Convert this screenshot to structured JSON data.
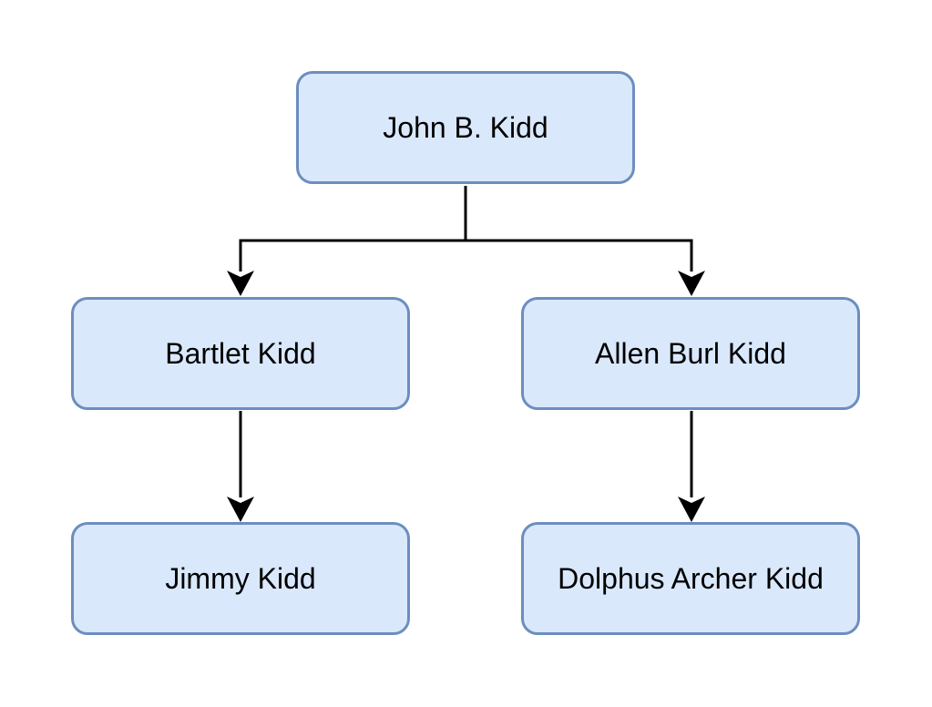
{
  "diagram": {
    "nodes": [
      {
        "id": "john",
        "label": "John B. Kidd"
      },
      {
        "id": "bartlet",
        "label": "Bartlet Kidd"
      },
      {
        "id": "allen",
        "label": "Allen Burl Kidd"
      },
      {
        "id": "jimmy",
        "label": "Jimmy Kidd"
      },
      {
        "id": "dolphus",
        "label": "Dolphus Archer Kidd"
      }
    ],
    "edges": [
      {
        "from": "john",
        "to": "bartlet"
      },
      {
        "from": "john",
        "to": "allen"
      },
      {
        "from": "bartlet",
        "to": "jimmy"
      },
      {
        "from": "allen",
        "to": "dolphus"
      }
    ],
    "colors": {
      "node_fill": "#dae8fc",
      "node_border": "#6c8ebf",
      "connector": "#000000"
    }
  }
}
